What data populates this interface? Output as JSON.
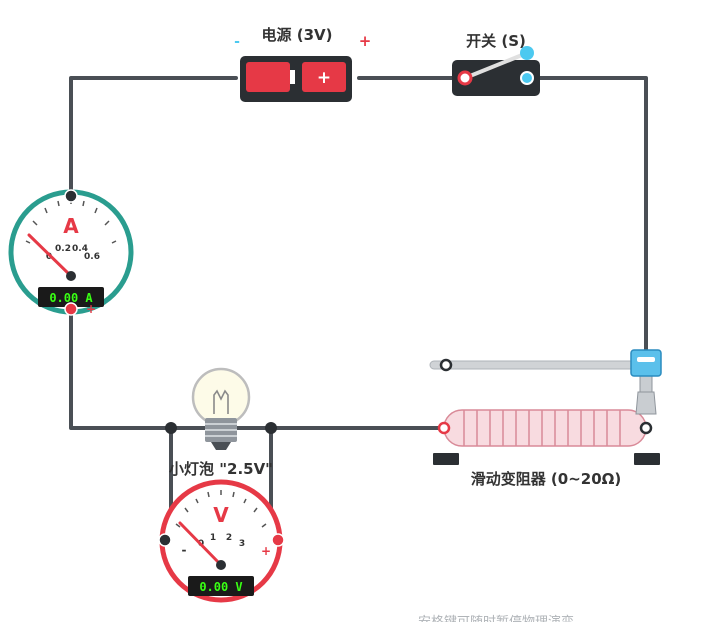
{
  "battery": {
    "label": "电源 (3V)",
    "minus": "-",
    "plus": "+",
    "cell_plus": "+"
  },
  "switch": {
    "label": "开关 (S)"
  },
  "ammeter": {
    "symbol": "A",
    "ticks": [
      "0",
      "0.2",
      "0.4",
      "0.6"
    ],
    "readout": "0.00 A",
    "plus": "+",
    "face_color": "#2a9d8f"
  },
  "voltmeter": {
    "symbol": "V",
    "ticks": [
      "0",
      "1",
      "2",
      "3"
    ],
    "minus": "-",
    "plus": "+",
    "readout": "0.00 V",
    "face_color": "#e63946"
  },
  "bulb": {
    "label": "小灯泡 \"2.5V\""
  },
  "rheostat": {
    "label": "滑动变阻器 (0~20Ω)"
  },
  "footer": {
    "hint": "安格键可随时暂停物理演变"
  },
  "colors": {
    "wire": "#4a4f55",
    "accent_blue": "#4cc9f0",
    "red": "#e63946",
    "lcd_green": "#39ff14"
  }
}
